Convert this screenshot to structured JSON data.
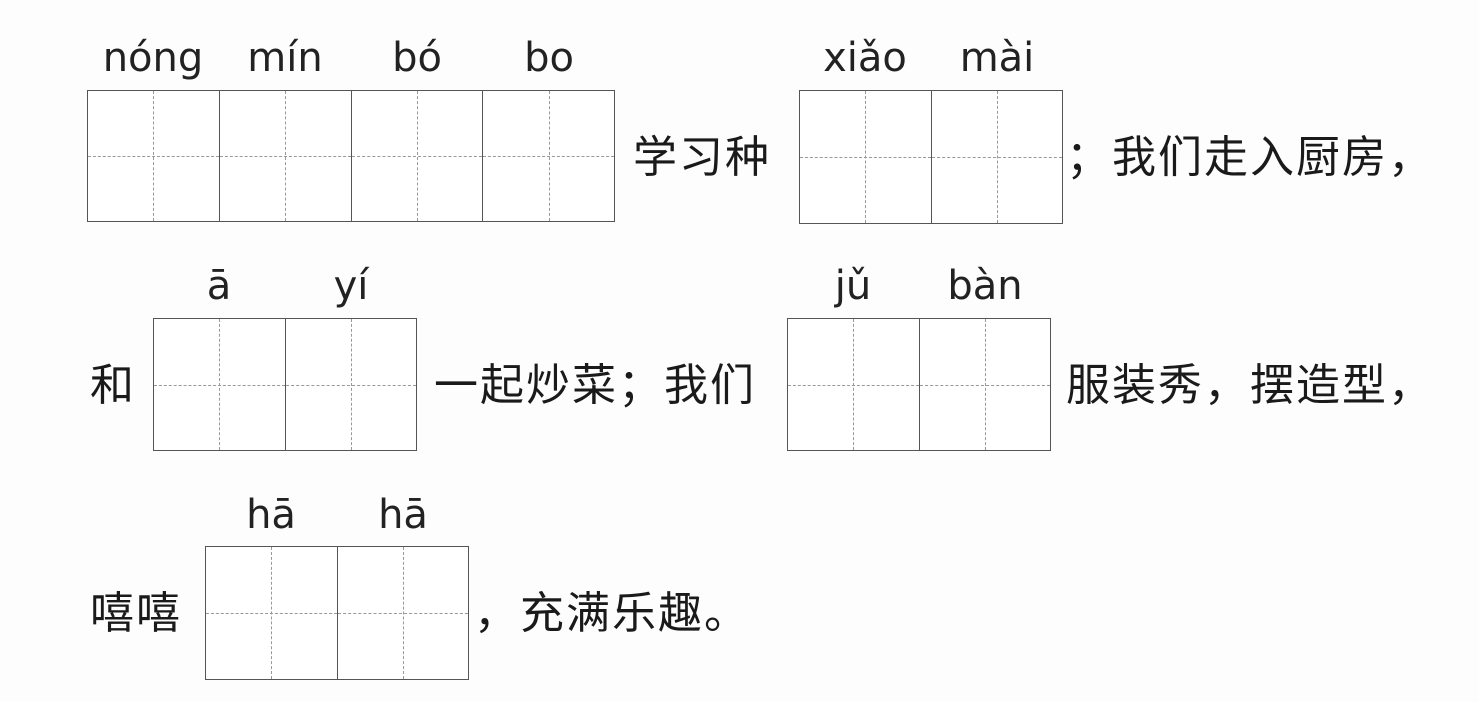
{
  "line1": {
    "pinyin_group_a": [
      "nóng",
      "mín",
      "bó",
      "bo"
    ],
    "text_after_a": "学习种",
    "pinyin_group_b": [
      "xiǎo",
      "mài"
    ],
    "text_after_b": "；我们走入厨房，"
  },
  "line2": {
    "text_before_c": "和",
    "pinyin_group_c": [
      "ā",
      "yí"
    ],
    "text_after_c": "一起炒菜；我们",
    "pinyin_group_d": [
      "jǔ",
      "bàn"
    ],
    "text_after_d": "服装秀，摆造型，"
  },
  "line3": {
    "text_before_e": "嘻嘻",
    "pinyin_group_e": [
      "hā",
      "hā"
    ],
    "text_after_e": "，充满乐趣。"
  }
}
